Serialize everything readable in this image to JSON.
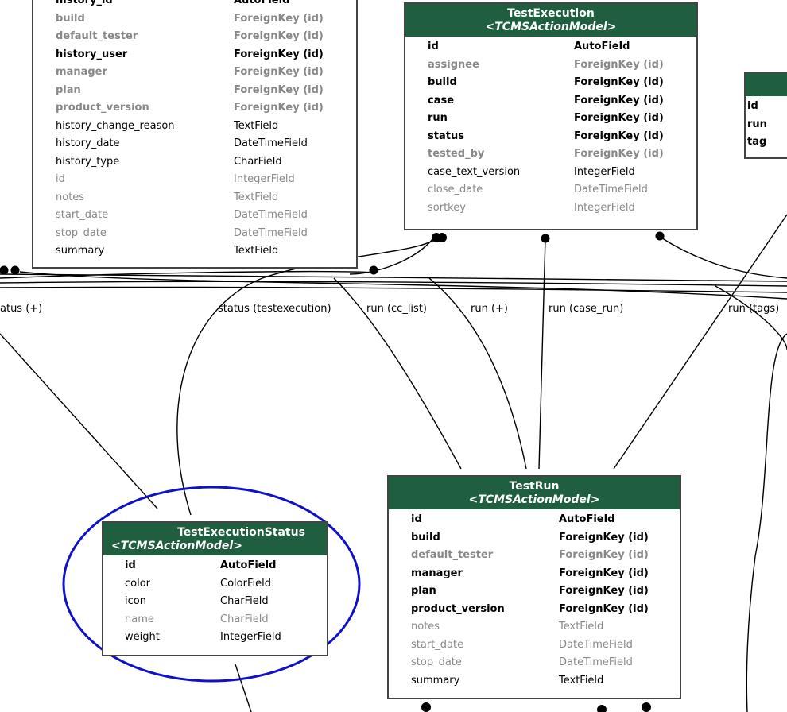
{
  "colors": {
    "header_bg": "#1f5f3f",
    "header_text": "#ffffff",
    "highlight_ellipse": "#1010c8",
    "edge": "#000000"
  },
  "models": {
    "historical": {
      "fields": [
        {
          "name": "history_id",
          "type": "AutoField",
          "style": "bold"
        },
        {
          "name": "build",
          "type": "ForeignKey (id)",
          "style": "muted-bold"
        },
        {
          "name": "default_tester",
          "type": "ForeignKey (id)",
          "style": "muted-bold"
        },
        {
          "name": "history_user",
          "type": "ForeignKey (id)",
          "style": "bold"
        },
        {
          "name": "manager",
          "type": "ForeignKey (id)",
          "style": "muted-bold"
        },
        {
          "name": "plan",
          "type": "ForeignKey (id)",
          "style": "muted-bold"
        },
        {
          "name": "product_version",
          "type": "ForeignKey (id)",
          "style": "muted-bold"
        },
        {
          "name": "history_change_reason",
          "type": "TextField",
          "style": "normal"
        },
        {
          "name": "history_date",
          "type": "DateTimeField",
          "style": "normal"
        },
        {
          "name": "history_type",
          "type": "CharField",
          "style": "normal"
        },
        {
          "name": "id",
          "type": "IntegerField",
          "style": "muted"
        },
        {
          "name": "notes",
          "type": "TextField",
          "style": "muted"
        },
        {
          "name": "start_date",
          "type": "DateTimeField",
          "style": "muted"
        },
        {
          "name": "stop_date",
          "type": "DateTimeField",
          "style": "muted"
        },
        {
          "name": "summary",
          "type": "TextField",
          "style": "normal"
        }
      ]
    },
    "testexecution": {
      "title": "TestExecution",
      "subtitle": "<TCMSActionModel>",
      "fields": [
        {
          "name": "id",
          "type": "AutoField",
          "style": "bold"
        },
        {
          "name": "assignee",
          "type": "ForeignKey (id)",
          "style": "muted-bold"
        },
        {
          "name": "build",
          "type": "ForeignKey (id)",
          "style": "bold"
        },
        {
          "name": "case",
          "type": "ForeignKey (id)",
          "style": "bold"
        },
        {
          "name": "run",
          "type": "ForeignKey (id)",
          "style": "bold"
        },
        {
          "name": "status",
          "type": "ForeignKey (id)",
          "style": "bold"
        },
        {
          "name": "tested_by",
          "type": "ForeignKey (id)",
          "style": "muted-bold"
        },
        {
          "name": "case_text_version",
          "type": "IntegerField",
          "style": "normal"
        },
        {
          "name": "close_date",
          "type": "DateTimeField",
          "style": "muted"
        },
        {
          "name": "sortkey",
          "type": "IntegerField",
          "style": "muted"
        }
      ]
    },
    "partial": {
      "fields": [
        {
          "name": "id",
          "type": "",
          "style": "bold"
        },
        {
          "name": "run",
          "type": "",
          "style": "bold"
        },
        {
          "name": "tag",
          "type": "",
          "style": "bold"
        }
      ]
    },
    "testexecutionstatus": {
      "title": "TestExecutionStatus",
      "subtitle": "<TCMSActionModel>",
      "fields": [
        {
          "name": "id",
          "type": "AutoField",
          "style": "bold"
        },
        {
          "name": "color",
          "type": "ColorField",
          "style": "normal"
        },
        {
          "name": "icon",
          "type": "CharField",
          "style": "normal"
        },
        {
          "name": "name",
          "type": "CharField",
          "style": "muted"
        },
        {
          "name": "weight",
          "type": "IntegerField",
          "style": "normal"
        }
      ]
    },
    "testrun": {
      "title": "TestRun",
      "subtitle": "<TCMSActionModel>",
      "fields": [
        {
          "name": "id",
          "type": "AutoField",
          "style": "bold"
        },
        {
          "name": "build",
          "type": "ForeignKey (id)",
          "style": "bold"
        },
        {
          "name": "default_tester",
          "type": "ForeignKey (id)",
          "style": "muted-bold"
        },
        {
          "name": "manager",
          "type": "ForeignKey (id)",
          "style": "bold"
        },
        {
          "name": "plan",
          "type": "ForeignKey (id)",
          "style": "bold"
        },
        {
          "name": "product_version",
          "type": "ForeignKey (id)",
          "style": "bold"
        },
        {
          "name": "notes",
          "type": "TextField",
          "style": "muted"
        },
        {
          "name": "start_date",
          "type": "DateTimeField",
          "style": "muted"
        },
        {
          "name": "stop_date",
          "type": "DateTimeField",
          "style": "muted"
        },
        {
          "name": "summary",
          "type": "TextField",
          "style": "normal"
        }
      ]
    }
  },
  "edge_labels": {
    "status_plus": "atus (+)",
    "status_testexecution": "status (testexecution)",
    "run_cc_list": "run (cc_list)",
    "run_plus": "run (+)",
    "run_case_run": "run (case_run)",
    "run_tags": "run (tags)"
  }
}
